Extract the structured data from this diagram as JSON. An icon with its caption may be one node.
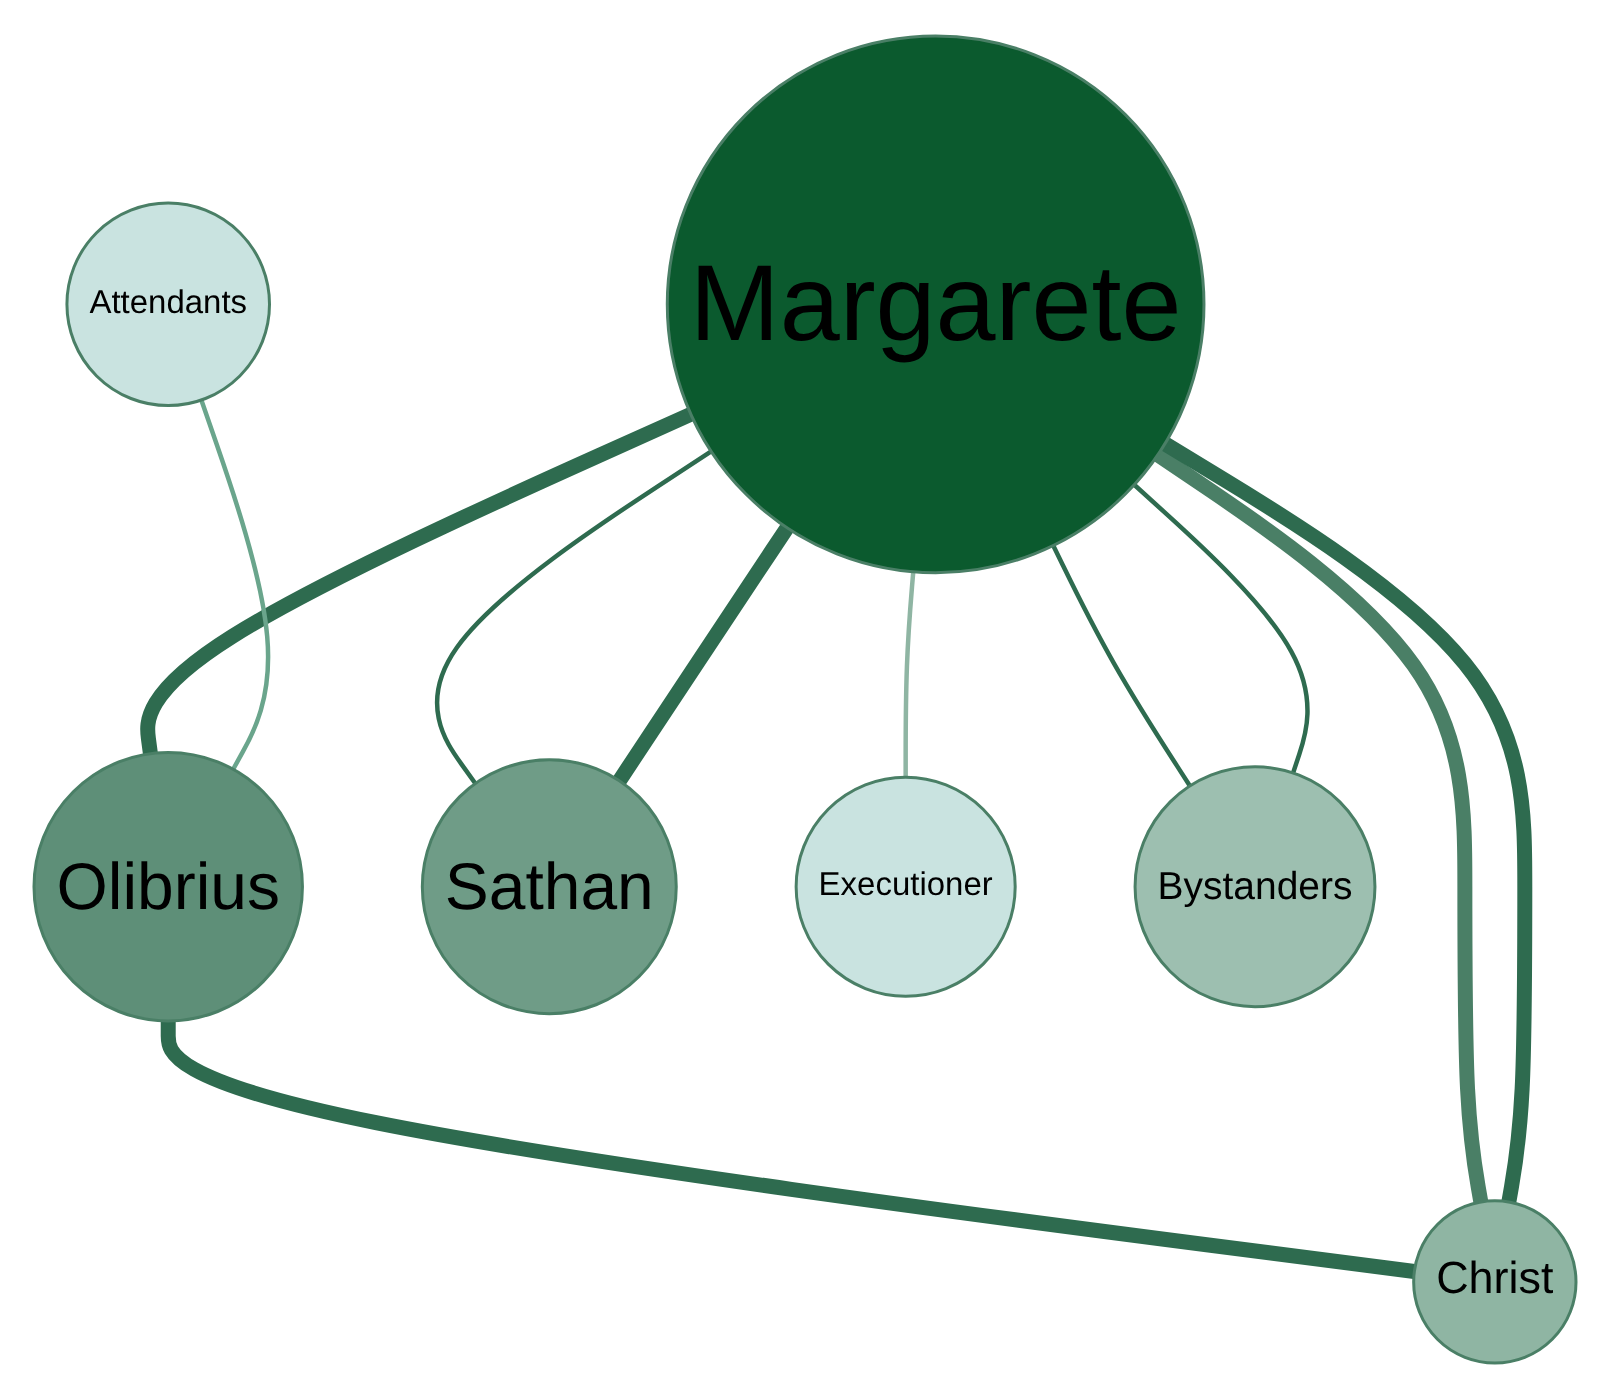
{
  "diagram": {
    "nodes": [
      {
        "text": [
          "Olibrius"
        ]
      },
      {
        "text": [
          "Christ"
        ]
      },
      {
        "text": [
          "Sathan"
        ]
      },
      {
        "text": [
          "Executioner"
        ]
      },
      {
        "text": [
          "Bystanders"
        ]
      },
      {
        "text": [
          "Attendants"
        ]
      },
      {
        "text": [
          "Margarete"
        ]
      }
    ],
    "edges": [
      {
        "from": 1,
        "to": 0,
        "arrow": "none",
        "style": "thick"
      },
      {
        "from": 0,
        "to": 6,
        "arrow": "none",
        "style": "thick"
      },
      {
        "from": 0,
        "to": 5,
        "arrow": "none",
        "color": "#6aa58c"
      },
      {
        "from": 1,
        "to": 6,
        "arrow": "none",
        "style": "thick",
        "color": "#4a7f66"
      },
      {
        "from": 1,
        "to": 6,
        "arrow": "none",
        "style": "thick"
      },
      {
        "from": 2,
        "to": 6,
        "arrow": "none"
      },
      {
        "from": 3,
        "to": 6,
        "arrow": "none",
        "color": "#8fb5a3"
      },
      {
        "from": 2,
        "to": 6,
        "arrow": "none",
        "style": "thick"
      },
      {
        "from": 4,
        "to": 6,
        "arrow": "none"
      },
      {
        "from": 4,
        "to": 6,
        "arrow": "none"
      }
    ]
  }
}
